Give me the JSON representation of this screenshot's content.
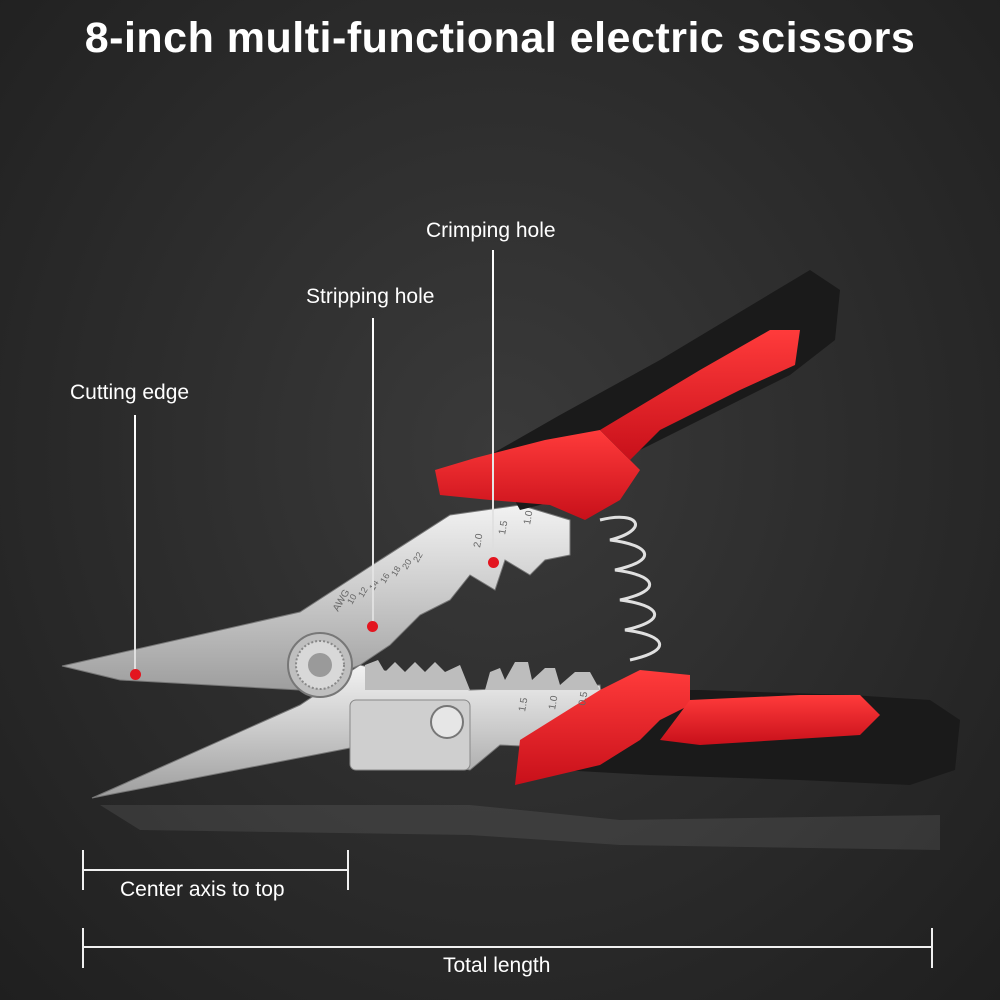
{
  "title": "8-inch multi-functional electric scissors",
  "callouts": {
    "cutting_edge": "Cutting edge",
    "stripping_hole": "Stripping hole",
    "crimping_hole": "Crimping hole"
  },
  "dimensions": {
    "center_axis_to_top": "Center axis to top",
    "total_length": "Total length"
  },
  "blade_markings": {
    "awg": "AWG",
    "stripping_sizes": [
      "10",
      "12",
      "14",
      "16",
      "18",
      "20",
      "22"
    ],
    "crimp_sizes_upper": [
      "2.0",
      "1.5",
      "1.0"
    ],
    "crimp_sizes_lower": [
      "1.5",
      "1.0",
      "0.5"
    ]
  },
  "colors": {
    "accent_red": "#e3151f",
    "handle_black": "#1a1a1a",
    "steel": "#d9d9d9",
    "background": "#2b2b2b"
  }
}
